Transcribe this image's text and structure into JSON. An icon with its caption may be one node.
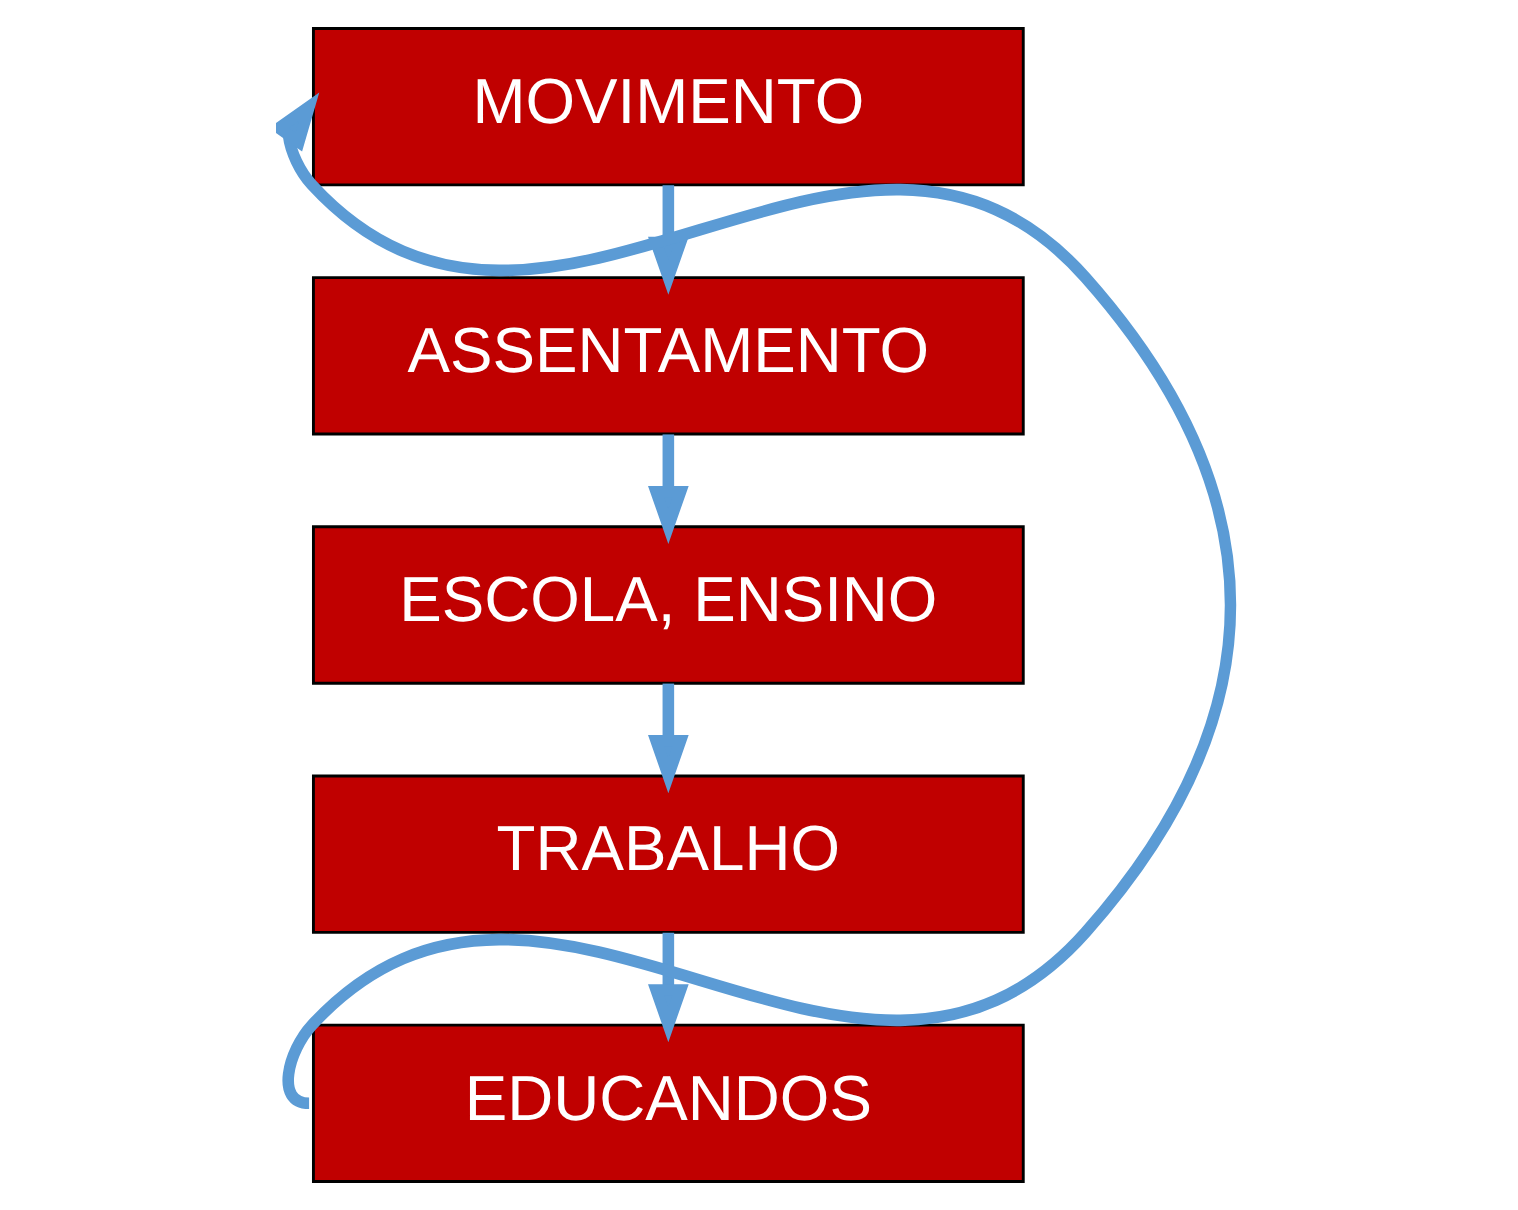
{
  "diagram": {
    "nodes": [
      {
        "text": [
          "MOVIMENTO"
        ]
      },
      {
        "text": [
          "ASSENTAMENTO"
        ]
      },
      {
        "text": [
          "ESCOLA, ENSINO"
        ]
      },
      {
        "text": [
          "TRABALHO"
        ]
      },
      {
        "text": [
          "EDUCANDOS"
        ]
      }
    ],
    "edges": [
      {
        "from": 0,
        "to": 1,
        "arrow": "to"
      },
      {
        "from": 1,
        "to": 2,
        "arrow": "to"
      },
      {
        "from": 2,
        "to": 3,
        "arrow": "to"
      },
      {
        "from": 3,
        "to": 4,
        "arrow": "to"
      },
      {
        "from": 4,
        "to": 0,
        "arrow": "to"
      }
    ]
  }
}
